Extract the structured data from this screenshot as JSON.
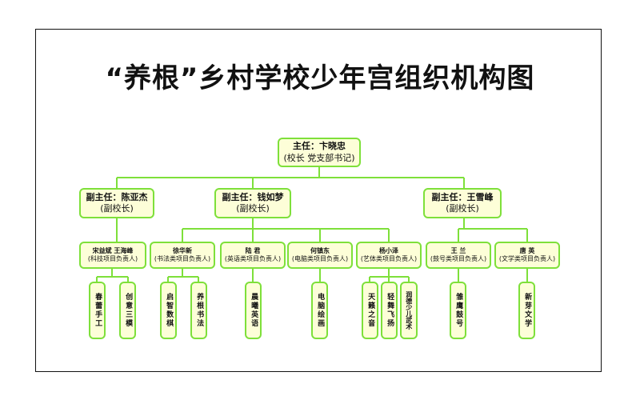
{
  "title": "“养根”乡村学校少年宫组织机构图",
  "colors": {
    "box_fill": "#fdfed8",
    "box_border": "#7ee03a",
    "line": "#7ee03a"
  },
  "root": {
    "name": "主任：卞晓忠",
    "role": "(校长  党支部书记)"
  },
  "deputies": [
    {
      "name": "副主任：陈亚杰",
      "role": "(副校长)"
    },
    {
      "name": "副主任：钱如梦",
      "role": "(副校长)"
    },
    {
      "name": "副主任：王雪峰",
      "role": "(副校长)"
    }
  ],
  "heads": [
    {
      "name": "宋益斌  王海峰",
      "role": "(科技项目负责人)"
    },
    {
      "name": "徐华新",
      "role": "(书法类项目负责人)"
    },
    {
      "name": "陆  君",
      "role": "(英语类项目负责人)"
    },
    {
      "name": "何镇东",
      "role": "(电脑类项目负责人)"
    },
    {
      "name": "杨小泽",
      "role": "(艺体类项目负责人)"
    },
    {
      "name": "王  兰",
      "role": "(鼓号类项目负责人)"
    },
    {
      "name": "唐  英",
      "role": "(文学类项目负责人)"
    }
  ],
  "projects": [
    "春蕾手工",
    "创意三模",
    "启智数棋",
    "养根书法",
    "晨曦英语",
    "电脑绘画",
    "天籁之音",
    "轻舞飞扬",
    "润德少儿武术",
    "雏鹰鼓号",
    "新芽文学"
  ]
}
